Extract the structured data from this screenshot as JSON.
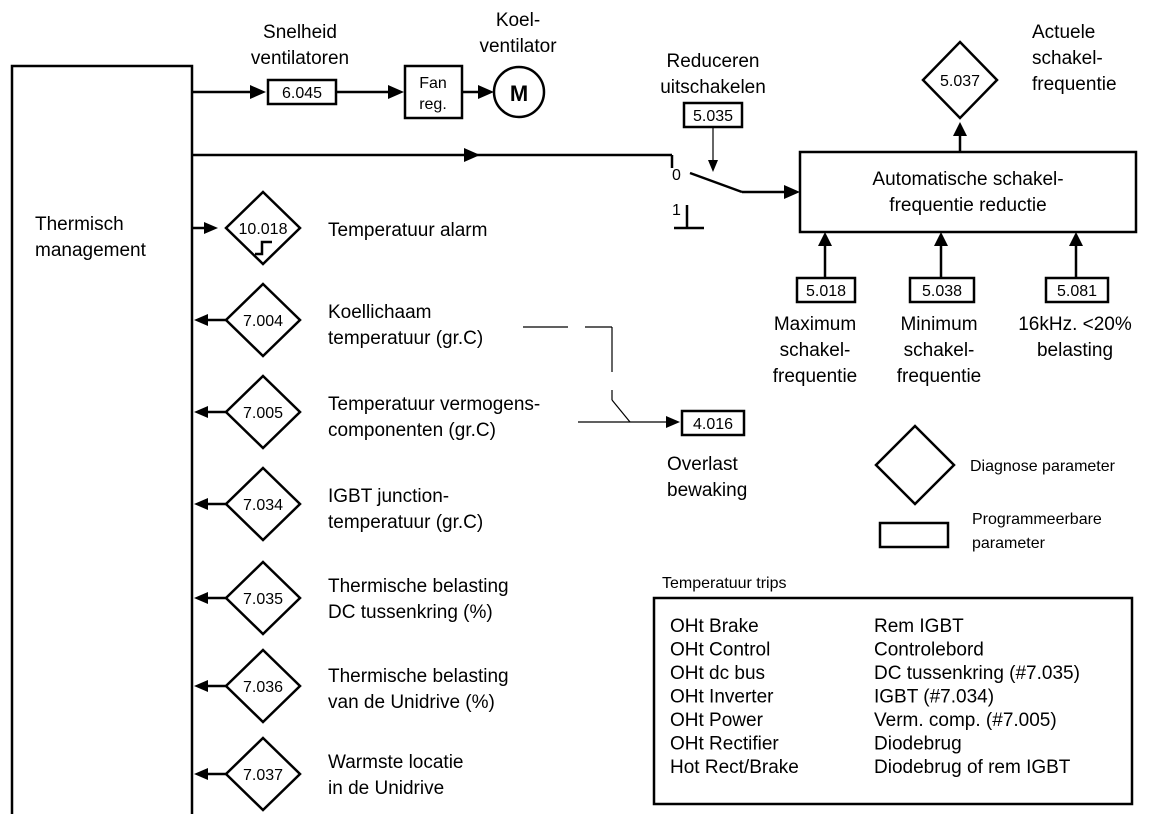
{
  "thermal_block": {
    "label_line1": "Thermisch",
    "label_line2": "management"
  },
  "fan": {
    "speed_label_line1": "Snelheid",
    "speed_label_line2": "ventilatoren",
    "speed_param": "6.045",
    "reg_line1": "Fan",
    "reg_line2": "reg.",
    "cooling_label_line1": "Koel-",
    "cooling_label_line2": "ventilator",
    "motor_symbol": "M"
  },
  "switch": {
    "label_line1": "Reduceren",
    "label_line2": "uitschakelen",
    "param": "5.035",
    "pos0": "0",
    "pos1": "1"
  },
  "auto_block": {
    "line1": "Automatische schakel-",
    "line2": "frequentie reductie"
  },
  "actual_freq": {
    "param": "5.037",
    "label_line1": "Actuele",
    "label_line2": "schakel-",
    "label_line3": "frequentie"
  },
  "inputs": [
    {
      "param": "5.018",
      "line1": "Maximum",
      "line2": "schakel-",
      "line3": "frequentie"
    },
    {
      "param": "5.038",
      "line1": "Minimum",
      "line2": "schakel-",
      "line3": "frequentie"
    },
    {
      "param": "5.081",
      "line1": "16kHz. <20%",
      "line2": "belasting",
      "line3": ""
    }
  ],
  "diagnostics": [
    {
      "param": "10.018",
      "line1": "Temperatuur alarm",
      "line2": ""
    },
    {
      "param": "7.004",
      "line1": "Koellichaam",
      "line2": "temperatuur (gr.C)"
    },
    {
      "param": "7.005",
      "line1": "Temperatuur vermogens-",
      "line2": "componenten (gr.C)"
    },
    {
      "param": "7.034",
      "line1": "IGBT junction-",
      "line2": "temperatuur (gr.C)"
    },
    {
      "param": "7.035",
      "line1": "Thermische belasting",
      "line2": "DC tussenkring (%)"
    },
    {
      "param": "7.036",
      "line1": "Thermische belasting",
      "line2": "van de Unidrive (%)"
    },
    {
      "param": "7.037",
      "line1": "Warmste locatie",
      "line2": "in de Unidrive"
    }
  ],
  "overload": {
    "param": "4.016",
    "line1": "Overlast",
    "line2": "bewaking"
  },
  "legend": {
    "diagnostic": "Diagnose parameter",
    "programmable_line1": "Programmeerbare",
    "programmable_line2": "parameter"
  },
  "trips": {
    "title": "Temperatuur trips",
    "rows": [
      {
        "code": "OHt Brake",
        "desc": "Rem IGBT"
      },
      {
        "code": "OHt Control",
        "desc": "Controlebord"
      },
      {
        "code": "OHt dc bus",
        "desc": "DC tussenkring (#7.035)"
      },
      {
        "code": "OHt Inverter",
        "desc": "IGBT (#7.034)"
      },
      {
        "code": "OHt Power",
        "desc": "Verm. comp. (#7.005)"
      },
      {
        "code": "OHt Rectifier",
        "desc": "Diodebrug"
      },
      {
        "code": "Hot Rect/Brake",
        "desc": "Diodebrug of rem IGBT"
      }
    ]
  }
}
